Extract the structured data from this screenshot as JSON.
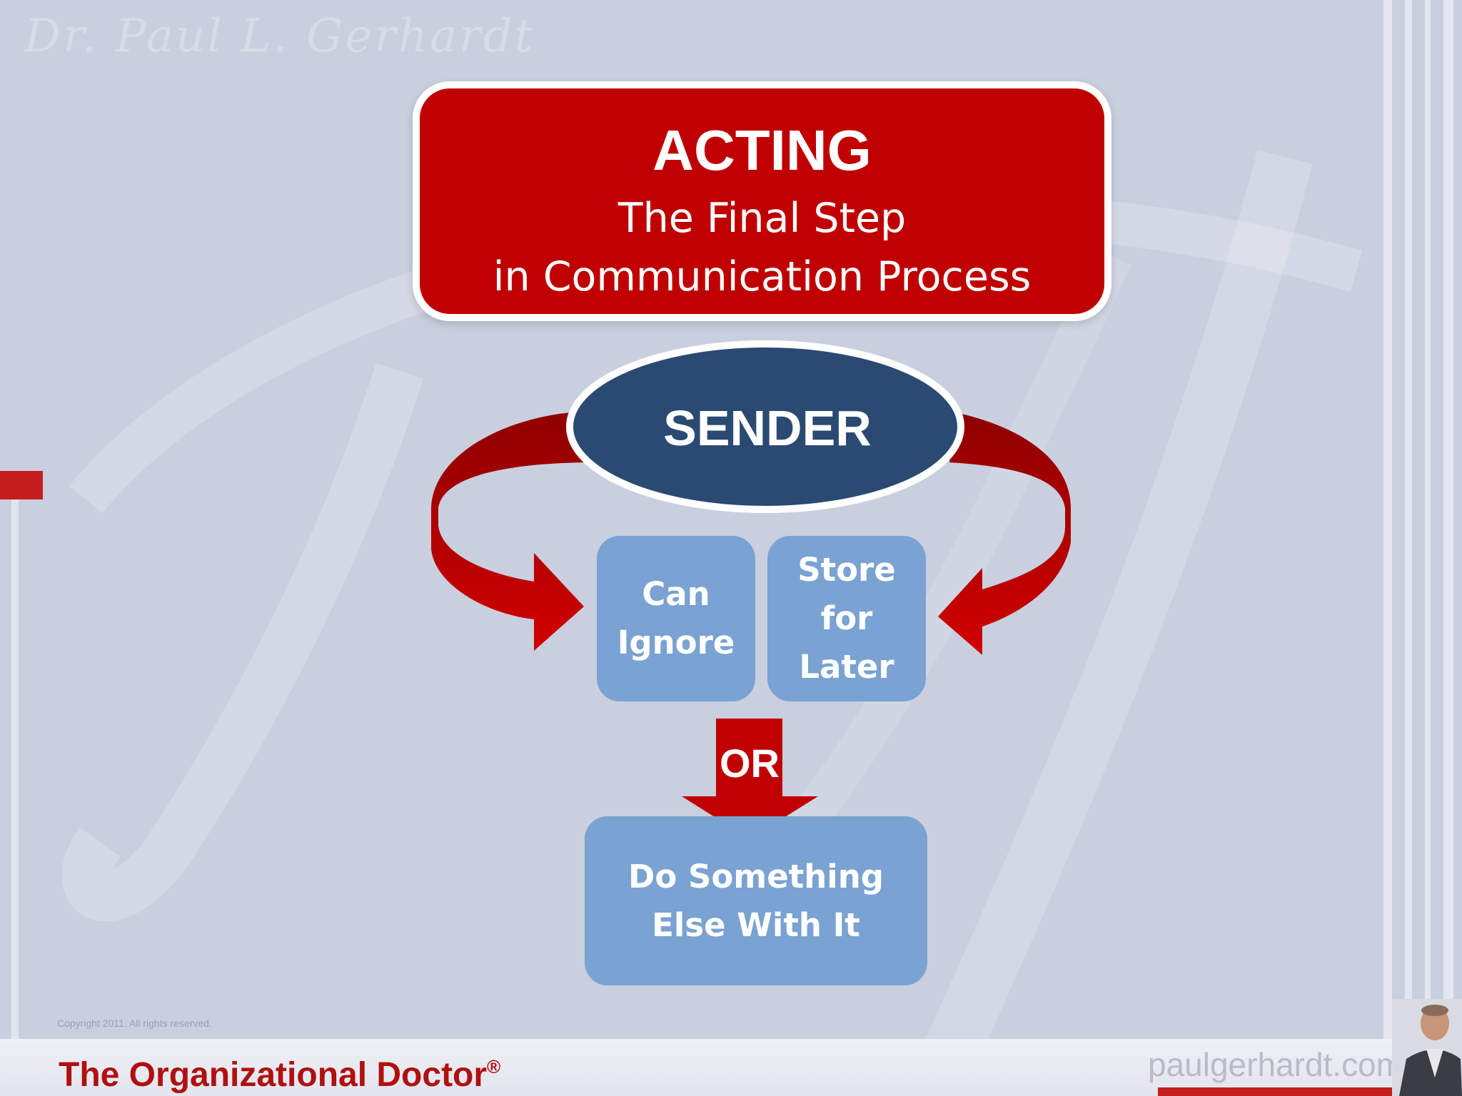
{
  "watermark": {
    "signature": "Dr. Paul L. Gerhardt"
  },
  "title_box": {
    "heading": "ACTING",
    "line1": "The Final Step",
    "line2": "in Communication Process"
  },
  "diagram": {
    "sender": "SENDER",
    "options": {
      "ignore": [
        "Can",
        "Ignore"
      ],
      "store": [
        "Store",
        "for",
        "Later"
      ]
    },
    "connector": "OR",
    "final": [
      "Do Something",
      "Else With It"
    ]
  },
  "footer": {
    "copyright": "Copyright 2011. All rights reserved.",
    "brand": "The Organizational Doctor",
    "trademark": "®",
    "url": "paulgerhardt.com"
  },
  "colors": {
    "background": "#c9cfde",
    "title_red": "#c00000",
    "arrow_red": "#c00000",
    "sender_navy": "#2b4a72",
    "box_blue": "#7aa2d2",
    "footer_red": "#b01010"
  }
}
